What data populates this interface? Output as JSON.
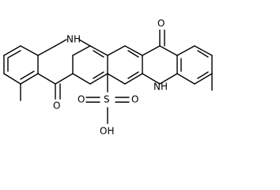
{
  "structure": {
    "labels": {
      "nh_top": "NH",
      "nh_bottom": "NH",
      "o_top": "O",
      "o_middle": "O",
      "s": "S",
      "o_s_left": "O",
      "o_s_right": "O",
      "oh": "OH"
    }
  }
}
